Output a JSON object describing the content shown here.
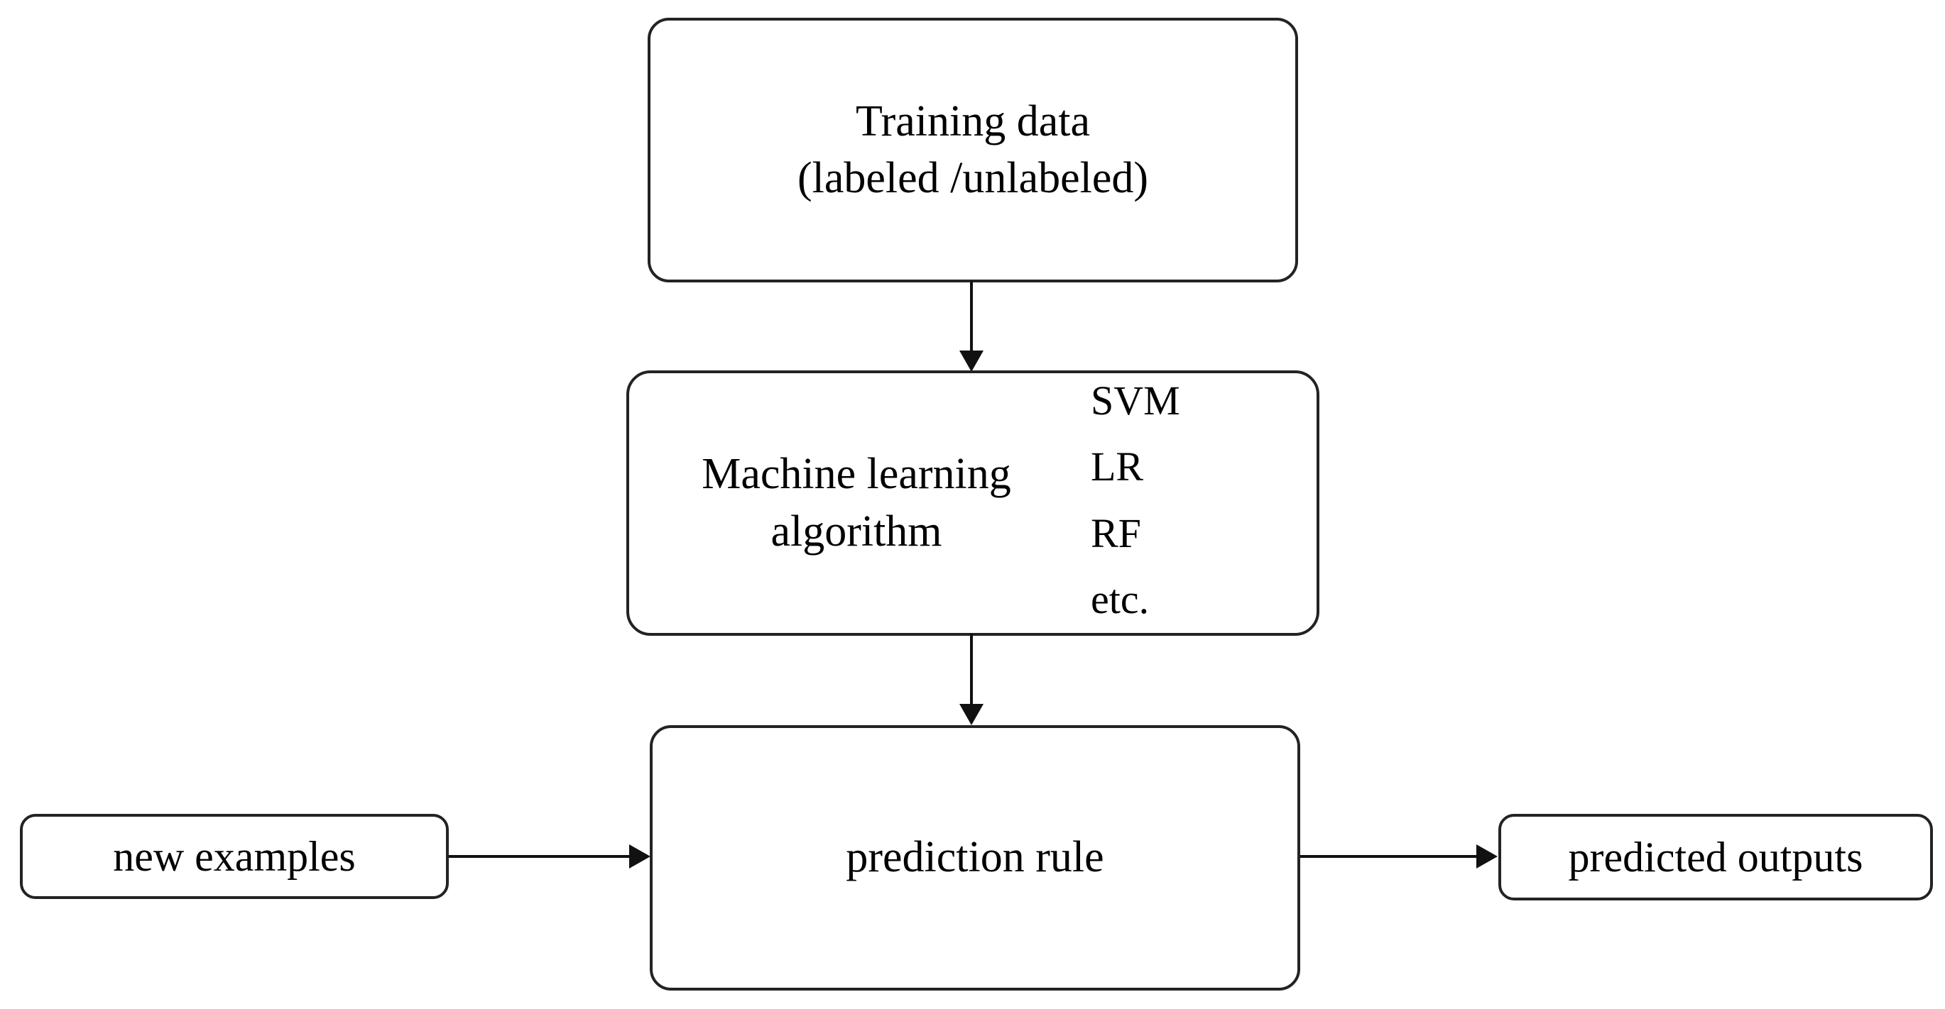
{
  "diagram": {
    "title": "Machine learning workflow flowchart",
    "type": "flowchart",
    "colors": {
      "background": "#ffffff",
      "node_border": "#232323",
      "node_fill": "#ffffff",
      "connector": "#111111",
      "text": "#000000"
    },
    "nodes": {
      "training_data": {
        "line1": "Training data",
        "line2": "(labeled /unlabeled)"
      },
      "ml_algorithm": {
        "line1": "Machine learning",
        "line2": "algorithm",
        "algorithms": [
          "SVM",
          "LR",
          "RF",
          "etc."
        ]
      },
      "prediction_rule": {
        "label": "prediction rule"
      },
      "new_examples": {
        "label": "new examples"
      },
      "predicted_outputs": {
        "label": "predicted outputs"
      }
    },
    "edges": [
      {
        "from": "training_data",
        "to": "ml_algorithm",
        "direction": "down",
        "label": ""
      },
      {
        "from": "ml_algorithm",
        "to": "prediction_rule",
        "direction": "down",
        "label": ""
      },
      {
        "from": "new_examples",
        "to": "prediction_rule",
        "direction": "right",
        "label": ""
      },
      {
        "from": "prediction_rule",
        "to": "predicted_outputs",
        "direction": "right",
        "label": ""
      }
    ]
  }
}
